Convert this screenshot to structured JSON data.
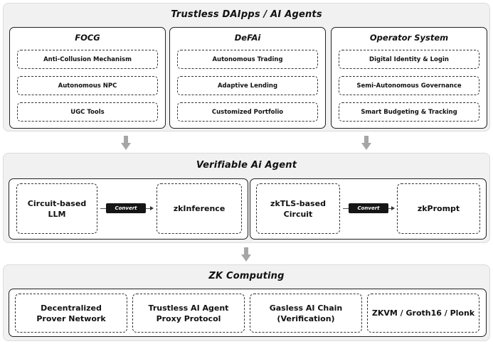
{
  "top": {
    "title": "Trustless DAIpps / AI Agents",
    "panels": [
      {
        "title": "FOCG",
        "items": [
          "Anti-Collusion Mechanism",
          "Autonomous NPC",
          "UGC Tools"
        ]
      },
      {
        "title": "DeFAi",
        "items": [
          "Autonomous Trading",
          "Adaptive Lending",
          "Customized Portfolio"
        ]
      },
      {
        "title": "Operator System",
        "items": [
          "Digital Identity  & Login",
          "Semi-Autonomous Governance",
          "Smart Budgeting & Tracking"
        ]
      }
    ]
  },
  "middle": {
    "title": "Verifiable Ai Agent",
    "left": {
      "source": "Circuit-based\nLLM",
      "convert": "Convert",
      "target": "zkInference"
    },
    "right": {
      "source": "zkTLS-based\nCircuit",
      "convert": "Convert",
      "target": "zkPrompt"
    }
  },
  "bottom": {
    "title": "ZK Computing",
    "items": [
      "Decentralized\nProver Network",
      "Trustless AI Agent\nProxy Protocol",
      "Gasless AI Chain\n(Verification)",
      "ZKVM / Groth16 / Plonk"
    ]
  },
  "colors": {
    "section_bg": "#f1f1f1",
    "arrow": "#a6a6a6",
    "convert_bg": "#151515"
  },
  "icons": {
    "flow_arrow": "down-arrow-icon",
    "convert_arrow": "right-arrow-icon"
  }
}
